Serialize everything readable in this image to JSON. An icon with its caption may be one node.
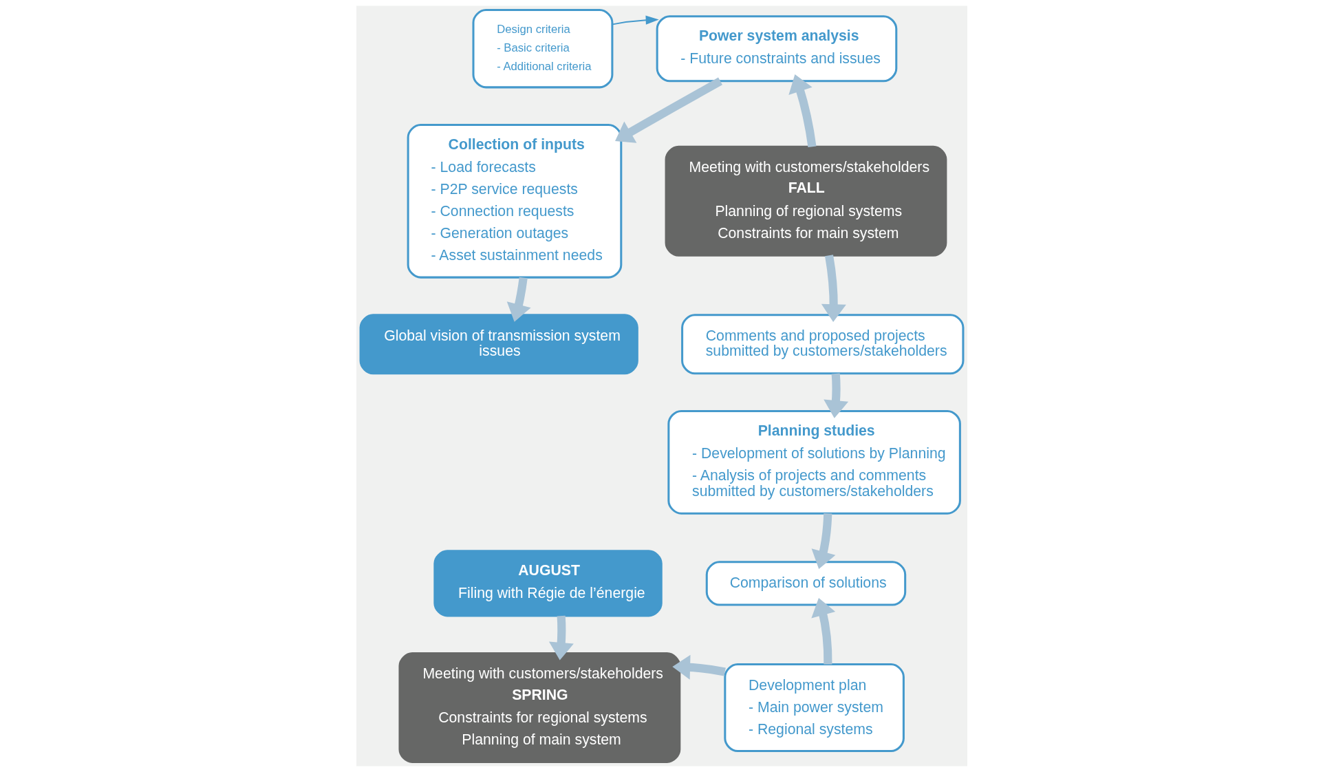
{
  "diagram": {
    "nodes": [
      {
        "text": [
          "Design criteria",
          "- Basic criteria",
          "- Additional criteria"
        ]
      },
      {
        "text": [
          "Power system analysis",
          "- Future constraints and issues"
        ]
      },
      {
        "text": [
          "Meeting with customers/stakeholders",
          "FALL",
          "Planning of regional systems",
          "Constraints for main system"
        ]
      },
      {
        "text": [
          "Comments and proposed projects submitted by customers/stakeholders"
        ]
      },
      {
        "text": [
          "Planning studies",
          "- Development of solutions by Planning",
          "- Analysis of projects and comments submitted by customers/stakeholders"
        ]
      },
      {
        "text": [
          "Comparison of solutions"
        ]
      },
      {
        "text": [
          "Development plan",
          "- Main power system",
          "- Regional systems"
        ]
      },
      {
        "text": [
          "Meeting with customers/stakeholders",
          "SPRING",
          "Constraints for regional systems",
          "Planning of main system"
        ]
      },
      {
        "text": [
          "AUGUST",
          "Filing with Régie de l’énergie"
        ]
      },
      {
        "text": [
          "Global vision of transmission system issues"
        ]
      },
      {
        "text": [
          "Collection of inputs",
          "- Load forecasts",
          "- P2P service requests",
          "- Connection requests",
          "- Generation outages",
          "- Asset sustainment needs"
        ]
      }
    ],
    "edges": [
      {
        "from": 0,
        "to": 1,
        "arrow": "to",
        "color": "#4499cc"
      },
      {
        "from": 2,
        "to": 1,
        "arrow": "to"
      },
      {
        "from": 2,
        "to": 3,
        "arrow": "to"
      },
      {
        "from": 3,
        "to": 4,
        "arrow": "to"
      },
      {
        "from": 4,
        "to": 5,
        "arrow": "to"
      },
      {
        "from": 6,
        "to": 5,
        "arrow": "to"
      },
      {
        "from": 6,
        "to": 7,
        "arrow": "to"
      },
      {
        "from": 8,
        "to": 7,
        "arrow": "to"
      },
      {
        "from": 10,
        "to": 9,
        "arrow": "to"
      },
      {
        "from": 1,
        "to": 10,
        "arrow": "to"
      }
    ]
  }
}
